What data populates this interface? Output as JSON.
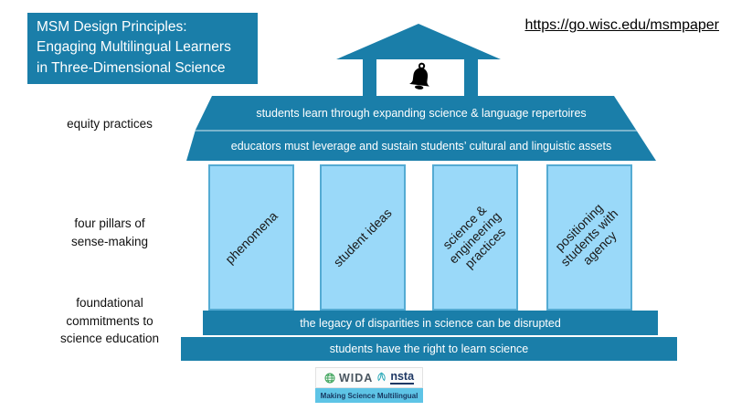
{
  "title": {
    "line1": "MSM Design Principles:",
    "line2": "Engaging Multilingual Learners",
    "line3": "in Three-Dimensional Science"
  },
  "link": {
    "text": "https://go.wisc.edu/msmpaper"
  },
  "side_labels": {
    "equity": "equity practices",
    "pillars": "four pillars of\nsense-making",
    "foundational": "foundational\ncommitments to\nscience education"
  },
  "temple": {
    "bell_icon": "bell-icon",
    "equity_band_1": "students learn through expanding science & language repertoires",
    "equity_band_2": "educators must leverage and sustain students’ cultural and linguistic assets",
    "pillars": [
      {
        "label": "phenomena"
      },
      {
        "label": "student ideas"
      },
      {
        "label": "science &\nengineering\npractices"
      },
      {
        "label": "positioning\nstudents with\nagency"
      }
    ],
    "foundation_band_1": "the legacy of disparities in science can be disrupted",
    "foundation_band_2": "students have the right to learn science"
  },
  "footer": {
    "wida": "WIDA",
    "nsta": "nsta",
    "tagline": "Making Science Multilingual"
  },
  "colors": {
    "teal": "#1a7ea9",
    "pillar_fill": "#9ad9f9",
    "pillar_border": "#54abd3",
    "tagline_bar": "#5ec4e6",
    "navy": "#1f3864",
    "wida_green": "#3fa45c",
    "nsta_teal": "#2aa9b8"
  }
}
